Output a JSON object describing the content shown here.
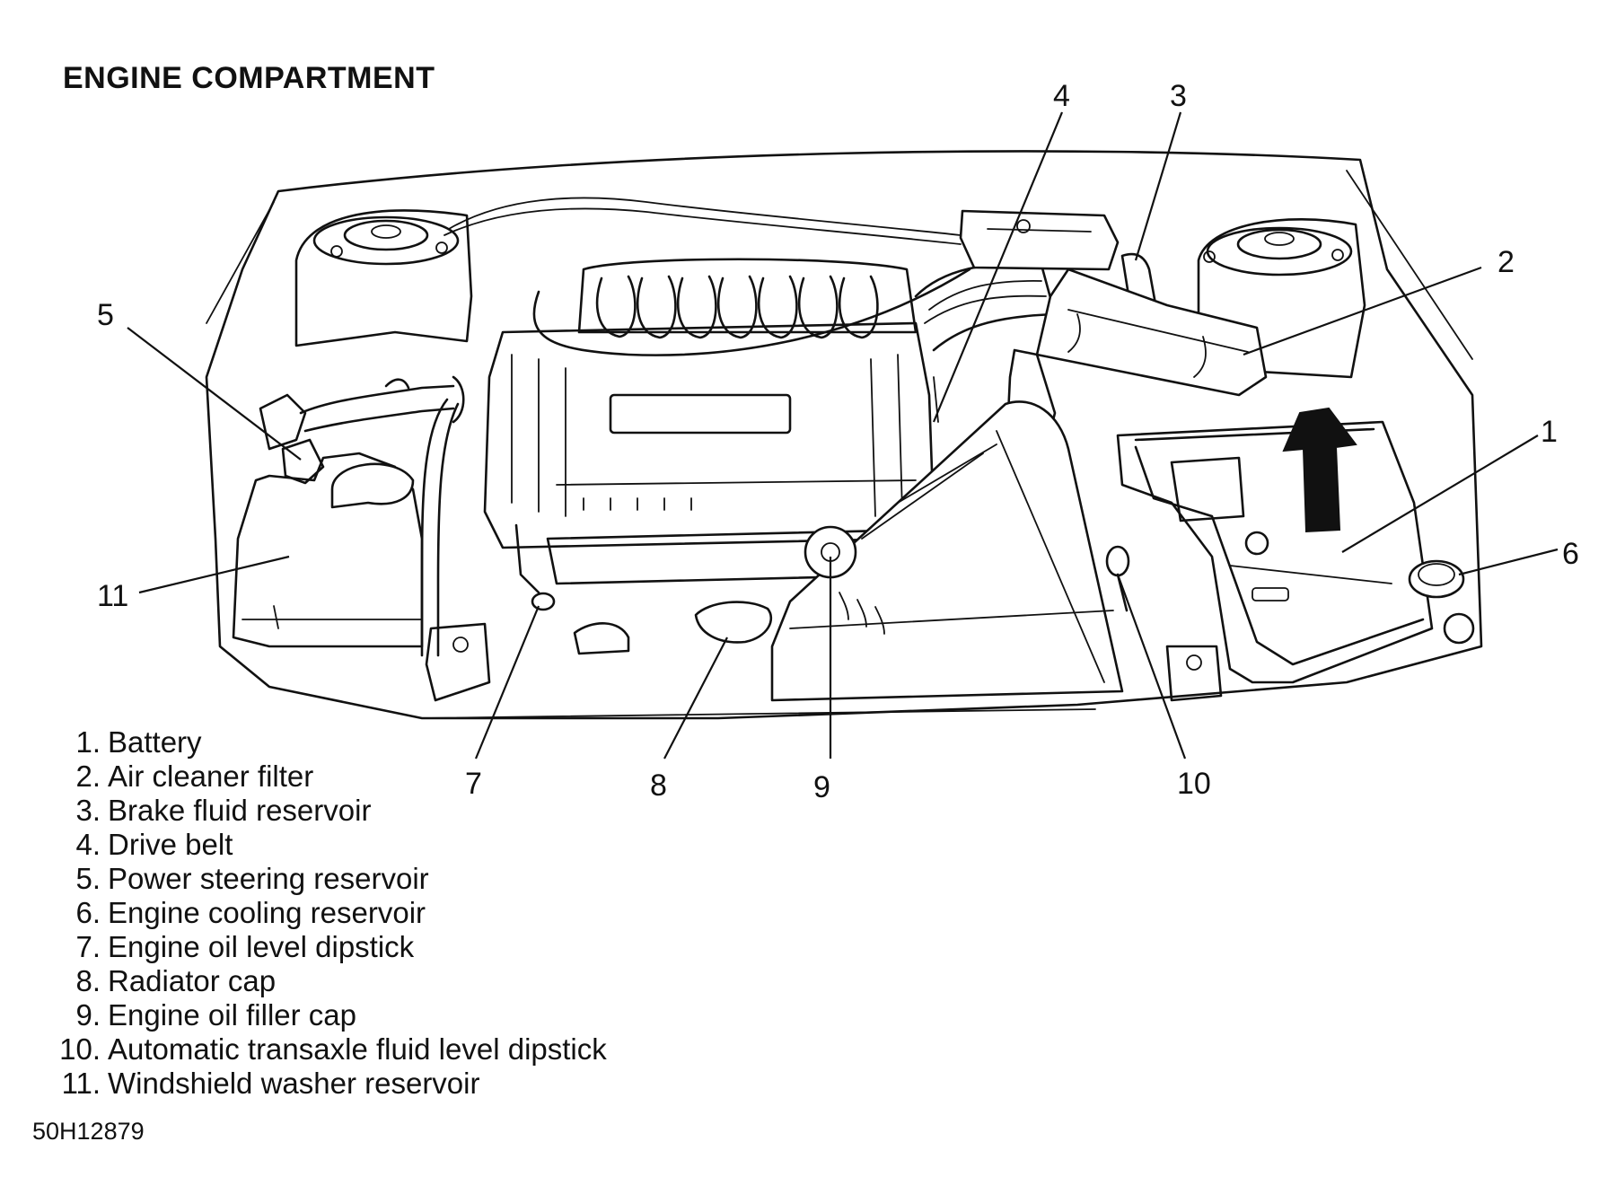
{
  "title": "ENGINE COMPARTMENT",
  "callouts": [
    {
      "n": "1"
    },
    {
      "n": "2"
    },
    {
      "n": "3"
    },
    {
      "n": "4"
    },
    {
      "n": "5"
    },
    {
      "n": "6"
    },
    {
      "n": "7"
    },
    {
      "n": "8"
    },
    {
      "n": "9"
    },
    {
      "n": "10"
    },
    {
      "n": "11"
    }
  ],
  "legend": [
    {
      "num": "1.",
      "label": "Battery"
    },
    {
      "num": "2.",
      "label": "Air cleaner filter"
    },
    {
      "num": "3.",
      "label": "Brake fluid reservoir"
    },
    {
      "num": "4.",
      "label": "Drive belt"
    },
    {
      "num": "5.",
      "label": "Power steering reservoir"
    },
    {
      "num": "6.",
      "label": "Engine cooling reservoir"
    },
    {
      "num": "7.",
      "label": "Engine oil level dipstick"
    },
    {
      "num": "8.",
      "label": "Radiator cap"
    },
    {
      "num": "9.",
      "label": "Engine oil filler cap"
    },
    {
      "num": "10.",
      "label": "Automatic transaxle fluid level dipstick"
    },
    {
      "num": "11.",
      "label": "Windshield washer reservoir"
    }
  ],
  "figure_code": "50H12879"
}
